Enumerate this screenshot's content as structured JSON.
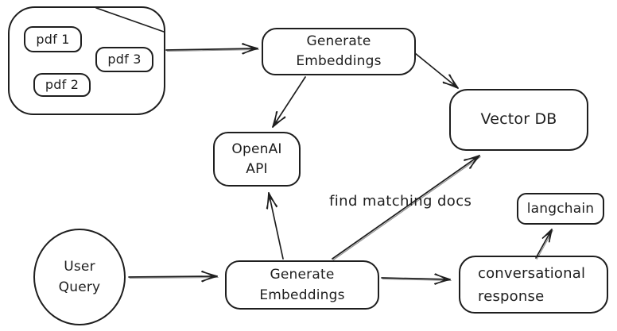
{
  "diagram": {
    "colors": {
      "stroke": "#1e1e1e",
      "background": "#ffffff",
      "sketch_shadow": "#8f8f8f"
    },
    "nodes": {
      "pdf1": {
        "label": "pdf 1"
      },
      "pdf2": {
        "label": "pdf 2"
      },
      "pdf3": {
        "label": "pdf 3"
      },
      "generate_embeddings_top": {
        "line1": "Generate",
        "line2": "Embeddings"
      },
      "vector_db": {
        "label": "Vector DB"
      },
      "openai_api": {
        "line1": "OpenAI",
        "line2": "API"
      },
      "user_query": {
        "line1": "User",
        "line2": "Query"
      },
      "generate_embeddings_bottom": {
        "line1": "Generate",
        "line2": "Embeddings"
      },
      "conversational_response": {
        "line1": "conversational",
        "line2": "response"
      },
      "langchain": {
        "label": "langchain"
      }
    },
    "edge_labels": {
      "find_matching_docs": "find matching docs"
    }
  }
}
